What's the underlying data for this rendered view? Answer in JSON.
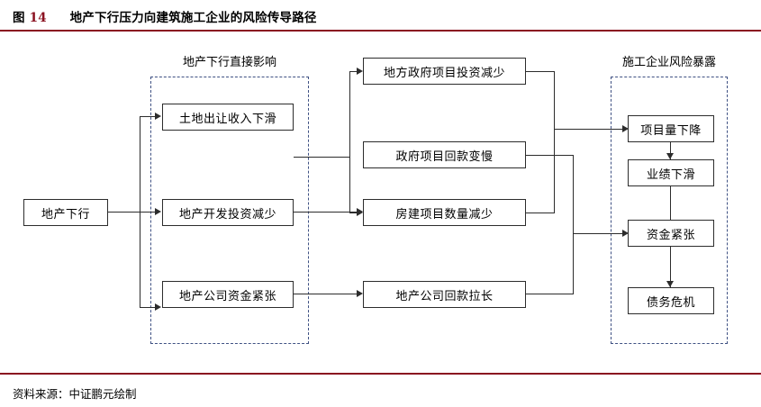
{
  "header": {
    "figure_label": "图",
    "figure_number": "14",
    "title": "地产下行压力向建筑施工企业的风险传导路径"
  },
  "footer": {
    "source": "资料来源：中证鹏元绘制"
  },
  "colors": {
    "rule": "#8a1020",
    "dashed_border": "#3f5183",
    "node_border": "#2c2c2c",
    "connector": "#2c2c2c"
  },
  "diagram": {
    "groups": [
      {
        "id": "direct-impact",
        "label": "地产下行直接影响"
      },
      {
        "id": "contractor-risk",
        "label": "施工企业风险暴露"
      }
    ],
    "nodes": {
      "root": "地产下行",
      "col1": [
        "土地出让收入下滑",
        "地产开发投资减少",
        "地产公司资金紧张"
      ],
      "col2": [
        "地方政府项目投资减少",
        "政府项目回款变慢",
        "房建项目数量减少",
        "地产公司回款拉长"
      ],
      "col3": [
        "项目量下降",
        "业绩下滑",
        "资金紧张",
        "债务危机"
      ]
    },
    "edges": [
      "地产下行 → 土地出让收入下滑",
      "地产下行 → 地产开发投资减少",
      "地产下行 → 地产公司资金紧张",
      "土地出让收入下滑 → 地方政府项目投资减少",
      "土地出让收入下滑 → 政府项目回款变慢",
      "地产开发投资减少 → 房建项目数量减少",
      "地产公司资金紧张 → 地产公司回款拉长",
      "地方政府项目投资减少 → 项目量下降",
      "房建项目数量减少 → 项目量下降",
      "政府项目回款变慢 → 资金紧张",
      "地产公司回款拉长 → 资金紧张",
      "项目量下降 → 业绩下滑",
      "业绩下滑 → 资金紧张",
      "资金紧张 → 债务危机"
    ]
  }
}
